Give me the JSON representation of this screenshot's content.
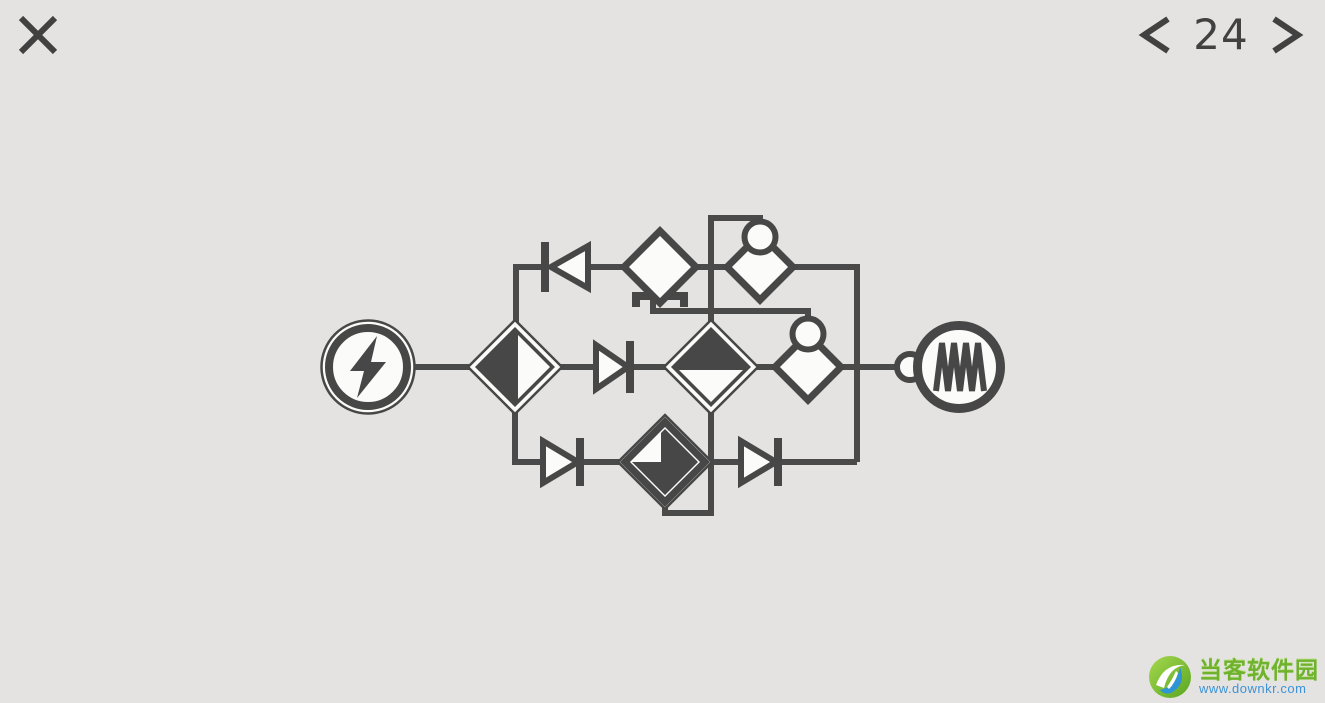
{
  "header": {
    "level": "24",
    "close_icon": "close-x",
    "prev_icon": "chevron-left",
    "next_icon": "chevron-right"
  },
  "watermark": {
    "name": "当客软件园",
    "url": "www.downkr.com"
  },
  "colors": {
    "background": "#e4e3e1",
    "ink": "#474747",
    "component_fill": "#fbfbf9",
    "watermark_green": "#6fb22c",
    "watermark_blue": "#3d93d6"
  },
  "circuit": {
    "components": [
      {
        "name": "power-source",
        "type": "source-circle",
        "icon": "lightning-bolt-icon"
      },
      {
        "name": "splitter-diamond-left",
        "type": "double-diamond-diode-pointing-right"
      },
      {
        "name": "diode-top-left",
        "type": "diode-pointing-left"
      },
      {
        "name": "diamond-top",
        "type": "plain-diamond-with-pedestal"
      },
      {
        "name": "diamond-top-right",
        "type": "diamond-with-node-circle-on-top"
      },
      {
        "name": "diode-middle",
        "type": "diode-pointing-right"
      },
      {
        "name": "splitter-diamond-center",
        "type": "double-diamond-diode-pointing-down"
      },
      {
        "name": "diamond-middle-right",
        "type": "diamond-with-node-circle-on-top"
      },
      {
        "name": "diode-bottom-left",
        "type": "diode-pointing-right"
      },
      {
        "name": "diamond-bottom",
        "type": "double-diamond-step-corner"
      },
      {
        "name": "diode-bottom-right",
        "type": "diode-pointing-right"
      },
      {
        "name": "output-node",
        "type": "small-node-circle"
      },
      {
        "name": "lamp",
        "type": "bulb-circle",
        "icon": "filament-icon"
      }
    ]
  }
}
